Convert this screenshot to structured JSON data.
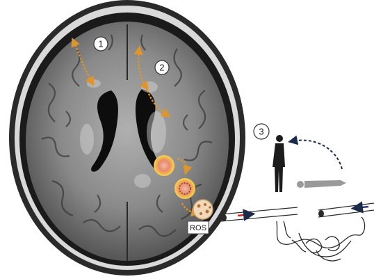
{
  "labels": {
    "marker_1": "1",
    "marker_2": "2",
    "marker_3": "3",
    "ros": "ROS"
  },
  "colors": {
    "background": "#ffffff",
    "skull": "#1a1a1a",
    "brain_tissue": "#8a8a8a",
    "ventricle": "#0d0d0d",
    "arrow_orange": "#e0952a",
    "lesion_outer": "#f5c94d",
    "lesion_inner": "#e98a6a",
    "flow_arrow_red": "#d62020",
    "flow_arrow_blue": "#2a3b8f",
    "person_dark": "#1c1c1c",
    "person_lying": "#9a9a9a"
  },
  "icons": [
    "standing-person-icon",
    "lying-person-icon",
    "curved-dashed-arrow-icon",
    "blood-vessel-icon",
    "capillary-network-icon"
  ]
}
